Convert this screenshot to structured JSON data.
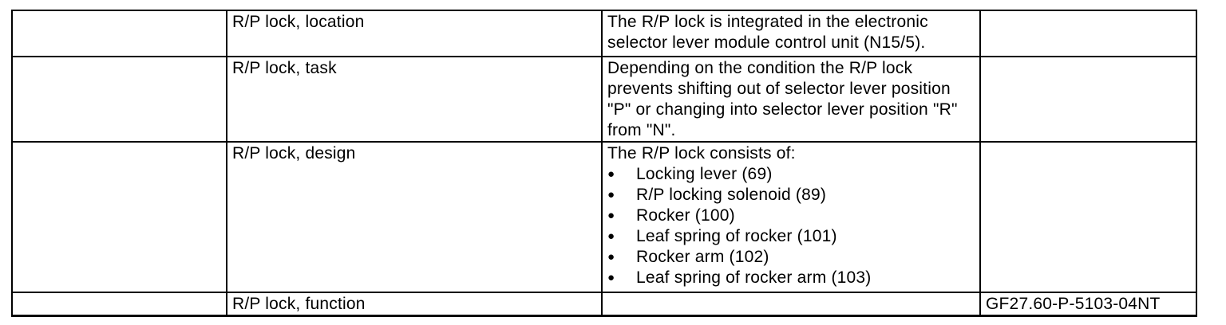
{
  "table": {
    "bullet_glyph": "●",
    "rows": [
      {
        "label": "R/P lock, location",
        "description_lines": [
          "The R/P lock is integrated in the electronic",
          "selector lever module control unit (N15/5)."
        ],
        "code": ""
      },
      {
        "label": "R/P lock, task",
        "description_lines": [
          "Depending on the condition the R/P lock",
          "prevents shifting out of selector lever position",
          "\"P\" or changing into selector lever position \"R\"",
          "from \"N\"."
        ],
        "code": ""
      },
      {
        "label": "R/P lock, design",
        "description_intro": "The R/P lock consists of:",
        "bullet_items": [
          "Locking lever (69)",
          "R/P locking solenoid (89)",
          "Rocker (100)",
          "Leaf spring of rocker (101)",
          "Rocker arm (102)",
          "Leaf spring of rocker arm (103)"
        ],
        "code": ""
      },
      {
        "label": "R/P lock, function",
        "code": "GF27.60-P-5103-04NT"
      }
    ]
  }
}
